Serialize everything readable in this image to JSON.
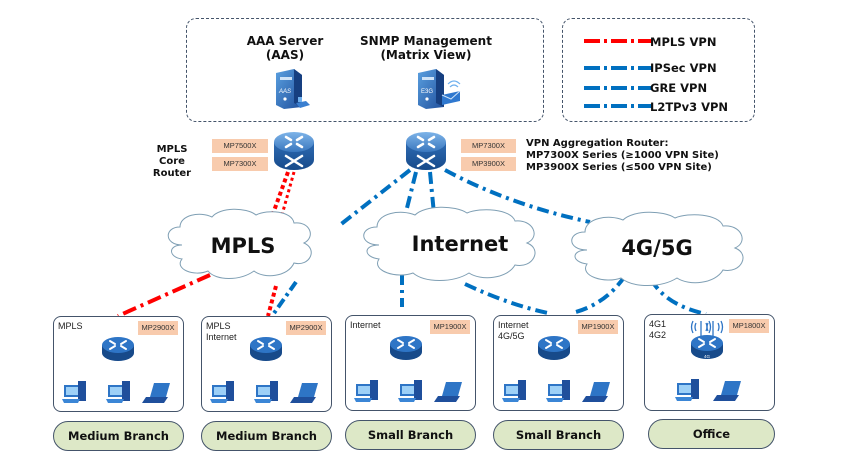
{
  "management": {
    "aaa_server": {
      "title_line1": "AAA Server",
      "title_line2": "(AAS)",
      "icon_label": "AAS"
    },
    "snmp": {
      "title_line1": "SNMP Management",
      "title_line2": "(Matrix View)",
      "icon_label": "E3G"
    }
  },
  "legend": {
    "items": [
      {
        "label": "MPLS VPN",
        "color": "#ff0000"
      },
      {
        "label": "IPSec VPN",
        "color": "#0070c0"
      },
      {
        "label": "GRE VPN",
        "color": "#0070c0"
      },
      {
        "label": "L2TPv3 VPN",
        "color": "#0070c0"
      }
    ]
  },
  "core_router": {
    "label_line1": "MPLS",
    "label_line2": "Core Router",
    "models": [
      "MP7500X",
      "MP7300X"
    ]
  },
  "aggregation_router": {
    "models": [
      "MP7300X",
      "MP3900X"
    ],
    "desc_line1": "VPN Aggregation Router:",
    "desc_line2": "MP7300X Series (≥1000 VPN Site)",
    "desc_line3": "MP3900X Series (≤500 VPN Site)"
  },
  "clouds": [
    {
      "label": "MPLS"
    },
    {
      "label": "Internet"
    },
    {
      "label": "4G/5G"
    }
  ],
  "branches": [
    {
      "links": [
        "MPLS"
      ],
      "model": "MP2900X",
      "name": "Medium Branch",
      "devices": [
        "desktop",
        "desktop",
        "laptop"
      ]
    },
    {
      "links": [
        "MPLS",
        "Internet"
      ],
      "model": "MP2900X",
      "name": "Medium Branch",
      "devices": [
        "desktop",
        "desktop",
        "laptop"
      ]
    },
    {
      "links": [
        "Internet"
      ],
      "model": "MP1900X",
      "name": "Small Branch",
      "devices": [
        "desktop",
        "desktop",
        "laptop"
      ]
    },
    {
      "links": [
        "Internet",
        "4G/5G"
      ],
      "model": "MP1900X",
      "name": "Small Branch",
      "devices": [
        "desktop",
        "desktop",
        "laptop"
      ]
    },
    {
      "links": [
        "4G1",
        "4G2"
      ],
      "model": "MP1800X",
      "name": "Office",
      "devices": [
        "desktop",
        "laptop"
      ],
      "router_badge": "4G"
    }
  ],
  "colors": {
    "mpls_line": "#ff0000",
    "vpn_line": "#0070c0",
    "router_blue": "#2e75b6",
    "model_tag": "#f8cbad",
    "pill_fill": "#dde8c7",
    "border": "#44546a"
  }
}
